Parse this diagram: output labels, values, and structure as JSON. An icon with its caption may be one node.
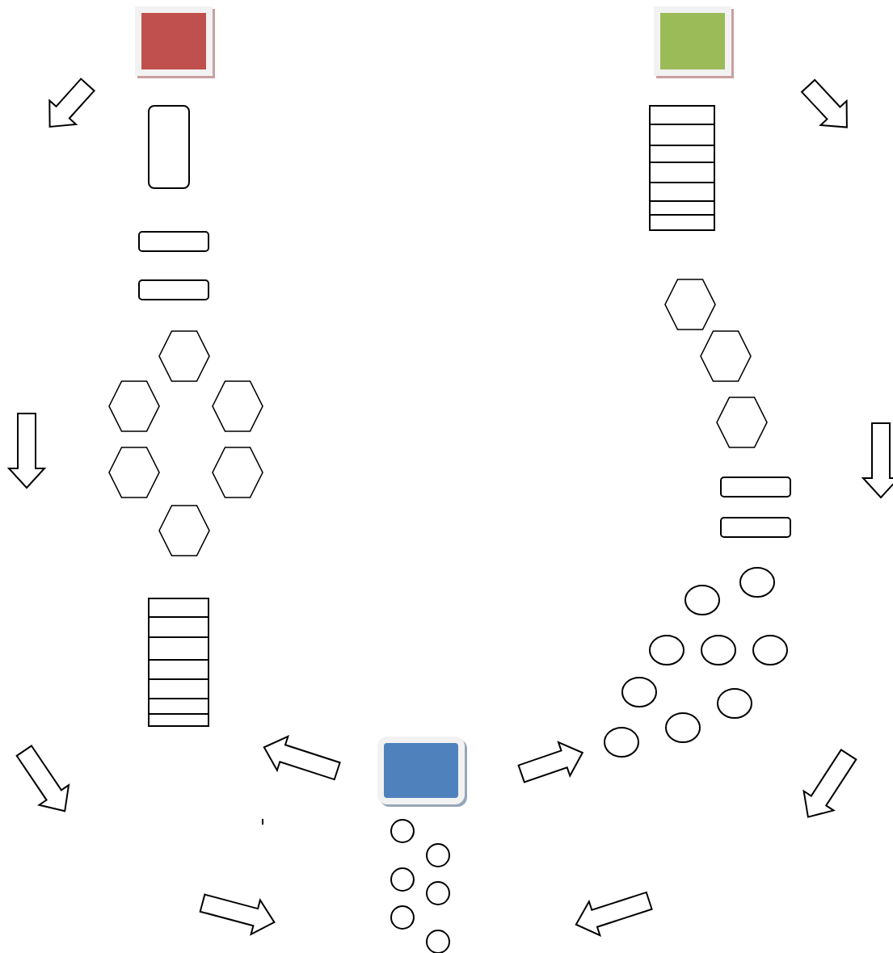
{
  "diagram": {
    "nodes": [
      {
        "text": [],
        "shape": "box"
      },
      {
        "text": [],
        "shape": "box"
      },
      {
        "text": [],
        "shape": "box"
      },
      {
        "text": [],
        "shape": "stack"
      },
      {
        "text": [],
        "shape": "box"
      },
      {
        "text": [],
        "shape": "box"
      },
      {
        "text": [],
        "shape": "hexagon"
      },
      {
        "text": [],
        "shape": "hexagon"
      },
      {
        "text": [],
        "shape": "hexagon"
      },
      {
        "text": [],
        "shape": "hexagon"
      },
      {
        "text": [],
        "shape": "hexagon"
      },
      {
        "text": [],
        "shape": "hexagon"
      },
      {
        "text": [],
        "shape": "hexagon"
      },
      {
        "text": [],
        "shape": "hexagon"
      },
      {
        "text": [],
        "shape": "box"
      },
      {
        "text": [],
        "shape": "hexagon"
      },
      {
        "text": [],
        "shape": "box"
      },
      {
        "text": [],
        "shape": "ellipse"
      },
      {
        "text": [],
        "shape": "ellipse"
      },
      {
        "text": [],
        "shape": "stack"
      },
      {
        "text": [],
        "shape": "ellipse"
      },
      {
        "text": [],
        "shape": "ellipse"
      },
      {
        "text": [],
        "shape": "ellipse"
      },
      {
        "text": [],
        "shape": "ellipse"
      },
      {
        "text": [],
        "shape": "ellipse"
      },
      {
        "text": [],
        "shape": "ellipse"
      },
      {
        "text": [],
        "shape": "box"
      },
      {
        "text": [],
        "shape": "ellipse"
      },
      {
        "text": [],
        "shape": "circle"
      },
      {
        "text": [],
        "shape": "circle"
      },
      {
        "text": [],
        "shape": "circle"
      },
      {
        "text": [],
        "shape": "circle"
      },
      {
        "text": [],
        "shape": "circle"
      },
      {
        "text": [],
        "shape": "circle"
      },
      {
        "text": [],
        "shape": "arrow"
      },
      {
        "text": [],
        "shape": "arrow"
      },
      {
        "text": [],
        "shape": "arrow"
      },
      {
        "text": [],
        "shape": "arrow"
      },
      {
        "text": [],
        "shape": "arrow"
      },
      {
        "text": [],
        "shape": "arrow"
      },
      {
        "text": [],
        "shape": "arrow"
      },
      {
        "text": [],
        "shape": "arrow"
      },
      {
        "text": [],
        "shape": "arrow"
      },
      {
        "text": [],
        "shape": "arrow"
      }
    ]
  }
}
